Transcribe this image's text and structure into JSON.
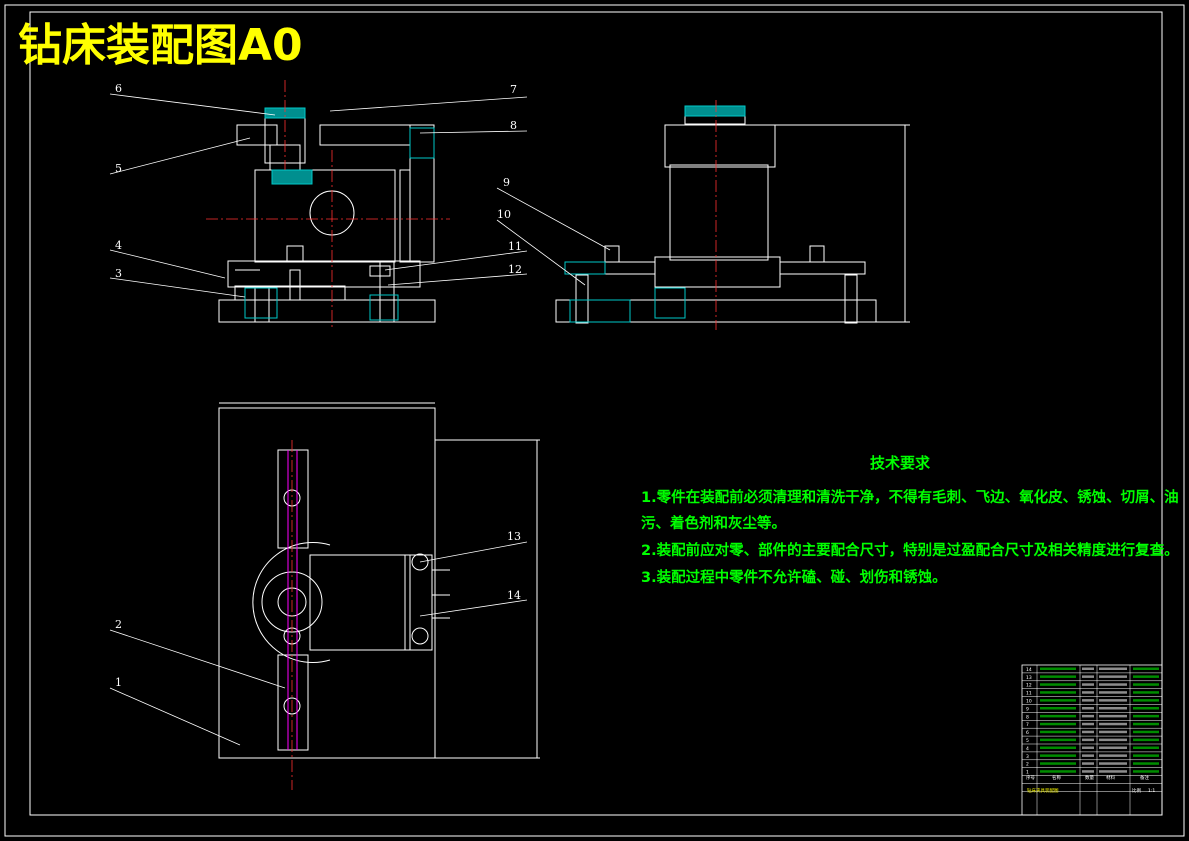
{
  "title": "钻床装配图A0",
  "colors": {
    "background": "#000000",
    "outline": "#ffffff",
    "title": "#ffff00",
    "text": "#00ff00",
    "centerline": "#ff3030",
    "hatch": "#00c8c8",
    "accent": "#ff00ff"
  },
  "callouts": [
    "1",
    "2",
    "3",
    "4",
    "5",
    "6",
    "7",
    "8",
    "9",
    "10",
    "11",
    "12",
    "13",
    "14"
  ],
  "requirements": {
    "heading": "技术要求",
    "items": [
      "1.零件在装配前必须清理和清洗干净，不得有毛刺、飞边、氧化皮、锈蚀、切屑、油",
      "污、着色剂和灰尘等。",
      "2.装配前应对零、部件的主要配合尺寸，特别是过盈配合尺寸及相关精度进行复查。",
      "3.装配过程中零件不允许磕、碰、划伤和锈蚀。"
    ]
  },
  "title_block": {
    "rows": [
      "14",
      "13",
      "12",
      "11",
      "10",
      "9",
      "8",
      "7",
      "6",
      "5",
      "4",
      "3",
      "2",
      "1"
    ],
    "header": [
      "序号",
      "名称",
      "数量",
      "材料",
      "备注"
    ],
    "drawing_name": "钻床夹具装配图",
    "scale_label": "比例",
    "scale": "1:1"
  }
}
